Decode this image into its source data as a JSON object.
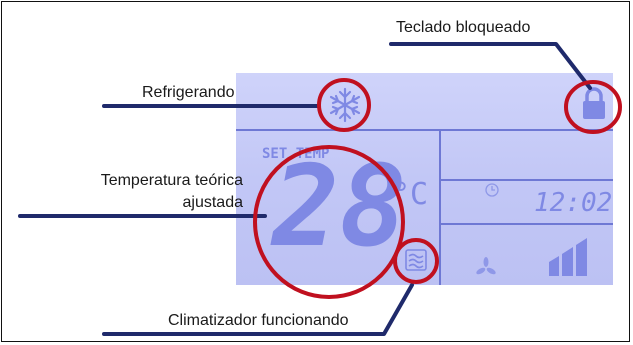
{
  "callouts": {
    "cooling": "Refrigerando",
    "keypad_locked": "Teclado bloqueado",
    "setpoint_line1": "Temperatura teórica",
    "setpoint_line2": "ajustada",
    "unit_running": "Climatizador funcionando"
  },
  "display": {
    "set_temp_label": "SET TEMP",
    "temperature": "28",
    "unit": "°C",
    "clock": "12:02"
  },
  "colors": {
    "callout_line": "#1f2a6b",
    "circle": "#c0101f",
    "lcd_segment": "#7f89e4"
  },
  "icons": [
    "snowflake-icon",
    "lock-icon",
    "clock-icon",
    "fan-icon",
    "fan-speed-bars-icon",
    "air-flow-icon"
  ]
}
